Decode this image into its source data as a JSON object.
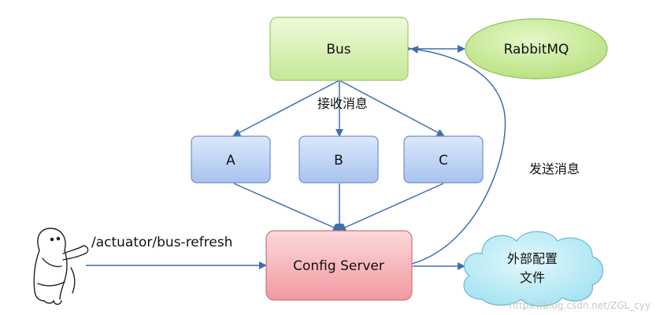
{
  "nodes": {
    "bus": {
      "label": "Bus"
    },
    "rabbitmq": {
      "label": "RabbitMQ"
    },
    "a": {
      "label": "A"
    },
    "b": {
      "label": "B"
    },
    "c": {
      "label": "C"
    },
    "config_server": {
      "label": "Config Server"
    },
    "external_config": {
      "label_line1": "外部配置",
      "label_line2": "文件"
    }
  },
  "edges": {
    "receive_message": "接收消息",
    "send_message": "发送消息",
    "refresh_endpoint": "/actuator/bus-refresh"
  },
  "watermark": "https://blog.csdn.net/ZGL_cyy",
  "colors": {
    "bus_fill": "#d9f2b3",
    "bus_stroke": "#9cc86a",
    "rabbitmq_fill": "#c8ec9a",
    "rabbitmq_stroke": "#8cbf55",
    "service_fill": "#bcd2f5",
    "service_stroke": "#6f92c9",
    "config_fill": "#f6b8bc",
    "config_stroke": "#c9767c",
    "cloud_fill": "#b9ecf7",
    "cloud_stroke": "#6ab8cf",
    "arrow": "#3d6fb0"
  }
}
